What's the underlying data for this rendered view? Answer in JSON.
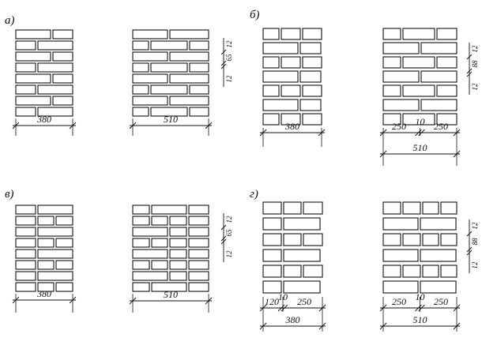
{
  "diagram": {
    "panel_labels": [
      "а)",
      "б)",
      "в)",
      "г)"
    ],
    "walls": [
      {
        "id": "a-380",
        "group": "а)",
        "dims": [
          {
            "text": "380"
          }
        ]
      },
      {
        "id": "a-510",
        "group": "а)",
        "dims": [
          {
            "text": "510"
          }
        ],
        "vdims": [
          "12",
          "65",
          "12"
        ]
      },
      {
        "id": "b-380",
        "group": "б)",
        "dims": [
          {
            "text": "380"
          }
        ]
      },
      {
        "id": "b-510",
        "group": "б)",
        "dims": [
          {
            "text": "250"
          },
          {
            "text": "10"
          },
          {
            "text": "250"
          },
          {
            "text": "510"
          }
        ],
        "vdims": [
          "12",
          "88",
          "12"
        ]
      },
      {
        "id": "v-380",
        "group": "в)",
        "dims": [
          {
            "text": "380"
          }
        ]
      },
      {
        "id": "v-510",
        "group": "в)",
        "dims": [
          {
            "text": "510"
          }
        ],
        "vdims": [
          "12",
          "65",
          "12"
        ]
      },
      {
        "id": "g-380",
        "group": "г)",
        "dims": [
          {
            "text": "120"
          },
          {
            "text": "10"
          },
          {
            "text": "250"
          },
          {
            "text": "380"
          }
        ]
      },
      {
        "id": "g-510",
        "group": "г)",
        "dims": [
          {
            "text": "250"
          },
          {
            "text": "10"
          },
          {
            "text": "250"
          },
          {
            "text": "510"
          }
        ],
        "vdims": [
          "12",
          "88",
          "12"
        ]
      }
    ]
  }
}
